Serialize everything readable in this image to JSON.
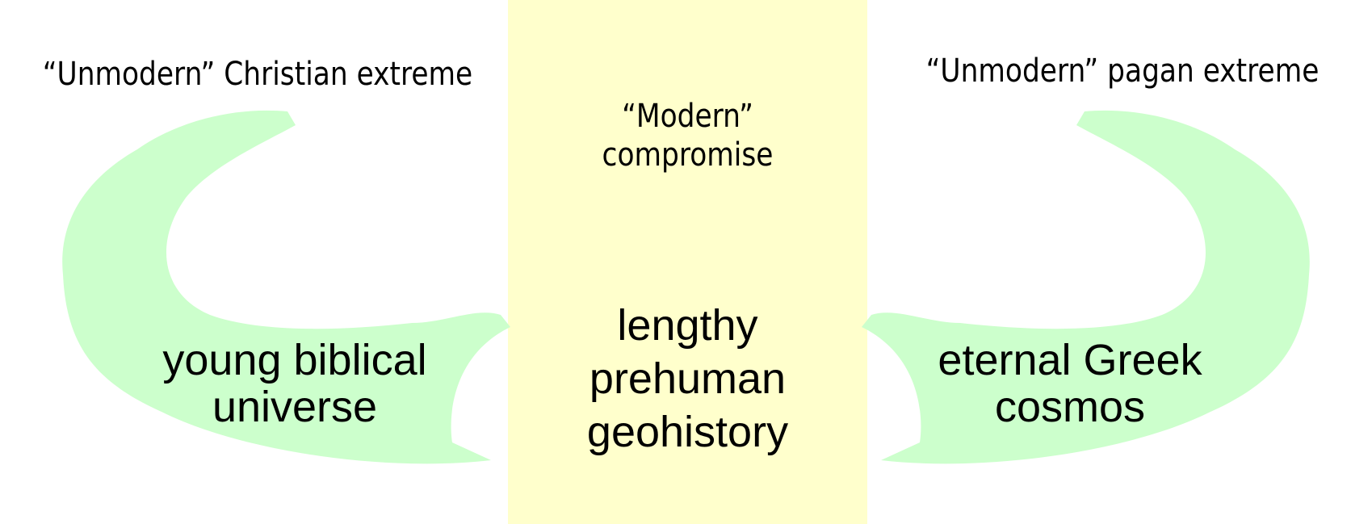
{
  "colors": {
    "middle_box": "#ffffcc",
    "arrow_fill": "#ccffcc",
    "text": "#000000"
  },
  "left": {
    "heading": "“Unmodern” Christian extreme",
    "position_lines": [
      "young biblical",
      "universe"
    ]
  },
  "middle": {
    "heading_lines": [
      "“Modern”",
      "compromise"
    ],
    "position_lines": [
      "lengthy",
      "prehuman",
      "geohistory"
    ]
  },
  "right": {
    "heading": "“Unmodern” pagan extreme",
    "position_lines": [
      "eternal Greek",
      "cosmos"
    ]
  }
}
